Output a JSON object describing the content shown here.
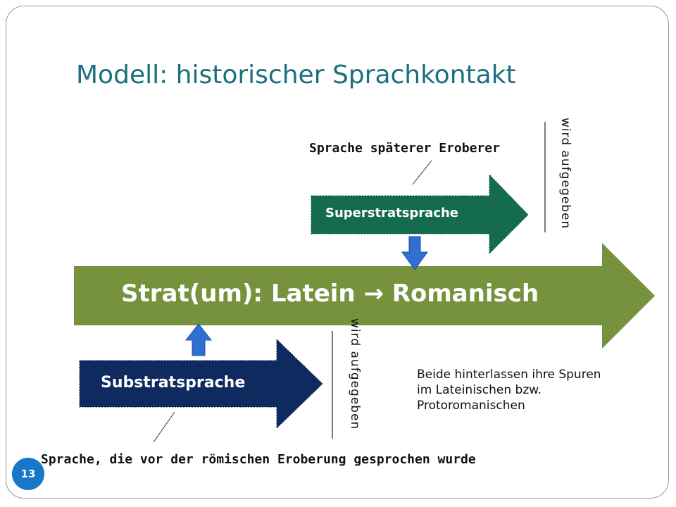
{
  "title": "Modell: historischer Sprachkontakt",
  "main_arrow": {
    "label": "Strat(um): Latein → Romanisch",
    "color": "#76923c"
  },
  "superstrat": {
    "label": "Superstratsprache",
    "color": "#156b50",
    "caption": "Sprache späterer Eroberer",
    "abandoned": "wird aufgegeben"
  },
  "substrat": {
    "label": "Substratsprache",
    "color": "#0f2a5e",
    "caption": "Sprache, die vor der römischen Eroberung gesprochen wurde",
    "abandoned": "wird aufgegeben"
  },
  "note": {
    "line1": "Beide hinterlassen ihre Spuren",
    "line2": "im Lateinischen bzw.",
    "line3": "Protoromanischen"
  },
  "influence_arrow_color": "#2f6fd1",
  "page_number": "13"
}
